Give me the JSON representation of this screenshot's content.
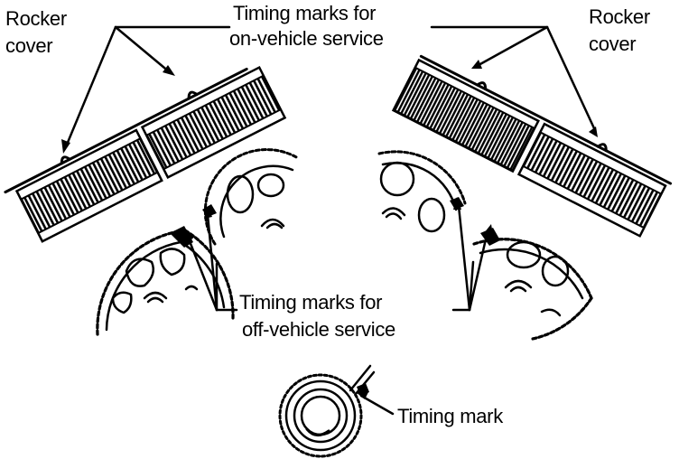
{
  "labels": {
    "rocker_cover_left": [
      "Rocker",
      "cover"
    ],
    "rocker_cover_right": [
      "Rocker",
      "cover"
    ],
    "on_vehicle": [
      "Timing marks for",
      "on-vehicle service"
    ],
    "off_vehicle": [
      "Timing marks for",
      "off-vehicle service"
    ],
    "timing_mark": "Timing mark"
  },
  "colors": {
    "ink": "#000000",
    "paper": "#ffffff"
  }
}
